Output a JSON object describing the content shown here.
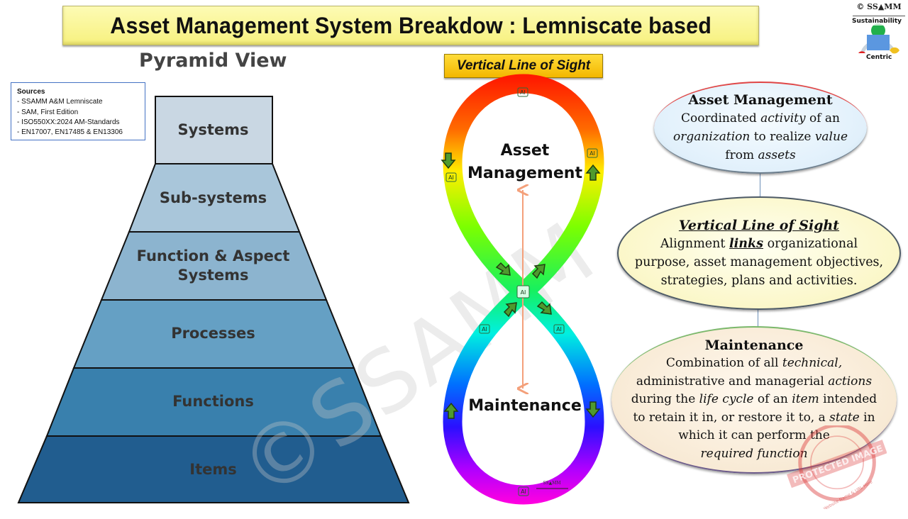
{
  "title": "Asset Management System Breakdow : Lemniscate based",
  "pyramid": {
    "heading": "Pyramid View",
    "tiers": [
      {
        "label": "Systems",
        "color": "#c9d7e3"
      },
      {
        "label": "Sub-systems",
        "color": "#a9c6da"
      },
      {
        "label": "Function & Aspect",
        "label2": "Systems",
        "color": "#8cb4cf"
      },
      {
        "label": "Processes",
        "color": "#65a0c4"
      },
      {
        "label": "Functions",
        "color": "#3980ad"
      },
      {
        "label": "Items",
        "color": "#215d8f"
      }
    ]
  },
  "sources": {
    "heading": "Sources",
    "items": [
      "- SSAMM A&M Lemniscate",
      "- SAM, First Edition",
      "- ISO550XX:2024 AM-Standards",
      "- EN17007, EN17485 & EN13306"
    ]
  },
  "lemniscate": {
    "badge": "Vertical Line of Sight",
    "top_label_1": "Asset",
    "top_label_2": "Management",
    "bottom_label": "Maintenance",
    "ai_chip": "AI",
    "signature": "SS▲MM"
  },
  "definitions": {
    "asset_management": {
      "heading": "Asset Management",
      "l1a": "Coordinated ",
      "l1b": "activity",
      "l1c": " of an",
      "l2a": "organization",
      "l2b": " to realize ",
      "l2c": "value",
      "l3a": "from ",
      "l3b": "assets"
    },
    "vertical_line_of_sight": {
      "heading": "Vertical Line of Sight",
      "l1a": "Alignment ",
      "l1b": "links",
      "l1c": " organizational",
      "l2": "purpose, asset management objectives,",
      "l3": "strategies, plans and activities."
    },
    "maintenance": {
      "heading": "Maintenance",
      "l1a": "Combination of all ",
      "l1b": "technical,",
      "l2a": "administrative and managerial ",
      "l2b": "actions",
      "l3a": "during the ",
      "l3b": "life cycle",
      "l3c": " of an ",
      "l3d": "item",
      "l3e": " intended",
      "l4a": "to retain it in, or restore it to, a ",
      "l4b": "state",
      "l4c": " in",
      "l5": "which it can perform the",
      "l6": "required function"
    }
  },
  "logo": {
    "name": "© SS▲MM",
    "labels": [
      "Sustainability",
      "Centric"
    ]
  },
  "watermark": "©SSAMM",
  "stamp": {
    "text": "PROTECTED IMAGE",
    "ring_text": "My Website Name & URL Here"
  }
}
